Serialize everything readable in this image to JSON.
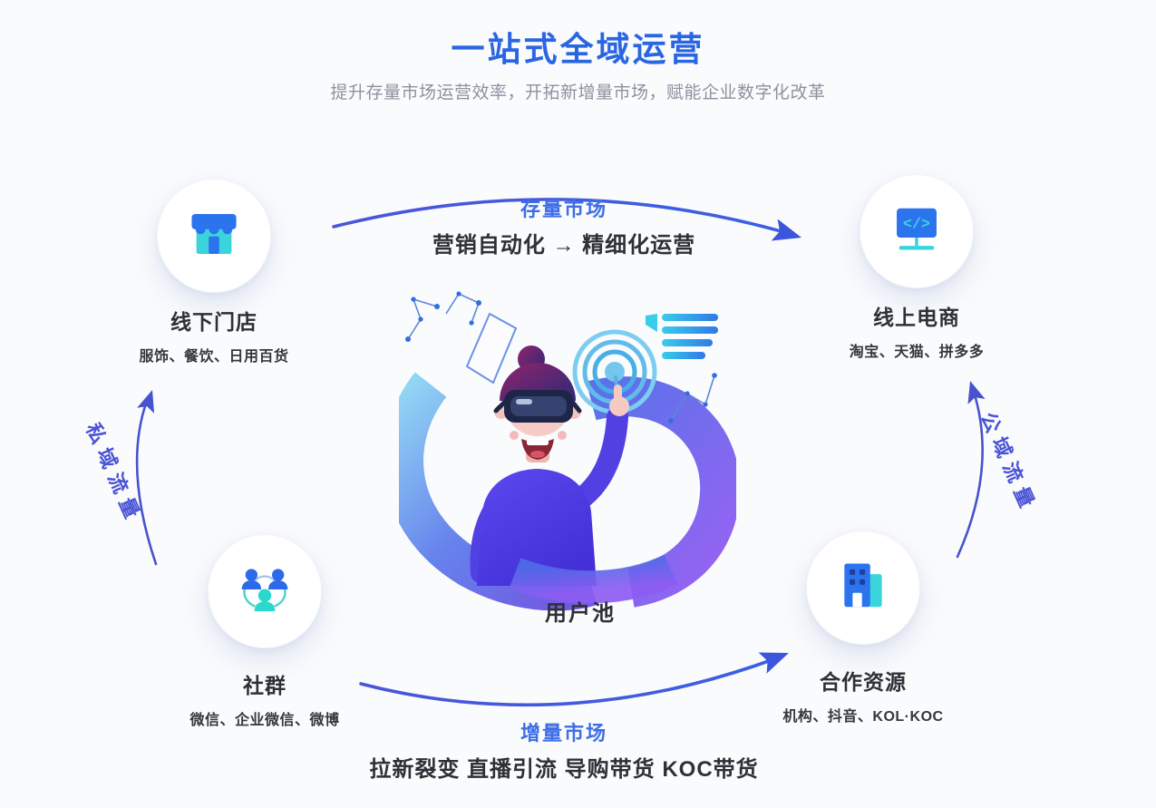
{
  "header": {
    "title": "一站式全域运营",
    "subtitle": "提升存量市场运营效率，开拓新增量市场，赋能企业数字化改革"
  },
  "nodes": {
    "offline_store": {
      "label": "线下门店",
      "sub": "服饰、餐饮、日用百货",
      "icon": "storefront-icon"
    },
    "online_ecommerce": {
      "label": "线上电商",
      "sub": "淘宝、天猫、拼多多",
      "icon": "monitor-code-icon",
      "icon_glyph": "</>"
    },
    "community": {
      "label": "社群",
      "sub": "微信、企业微信、微博",
      "icon": "people-group-icon"
    },
    "partner_resources": {
      "label": "合作资源",
      "sub": "机构、抖音、KOL·KOC",
      "icon": "buildings-icon"
    }
  },
  "flows": {
    "top": {
      "tag": "存量市场",
      "desc": "营销自动化 → 精细化运营"
    },
    "bottom": {
      "tag": "增量市场",
      "desc": "拉新裂变 直播引流 导购带货 KOC带货"
    },
    "left": {
      "label": "私域流量"
    },
    "right": {
      "label": "公域流量"
    }
  },
  "center": {
    "label": "用户池",
    "illustration": "vr-user-illustration"
  },
  "colors": {
    "background": "#fafbfd",
    "title_blue": "#2b66e2",
    "flow_tag_blue": "#3e6ee6",
    "arrow_blue": "#4156d8",
    "icon_blue": "#2b74ee",
    "icon_cyan": "#30d6d6",
    "text_dark": "#2d3036",
    "subtitle_gray": "#8c929e"
  }
}
